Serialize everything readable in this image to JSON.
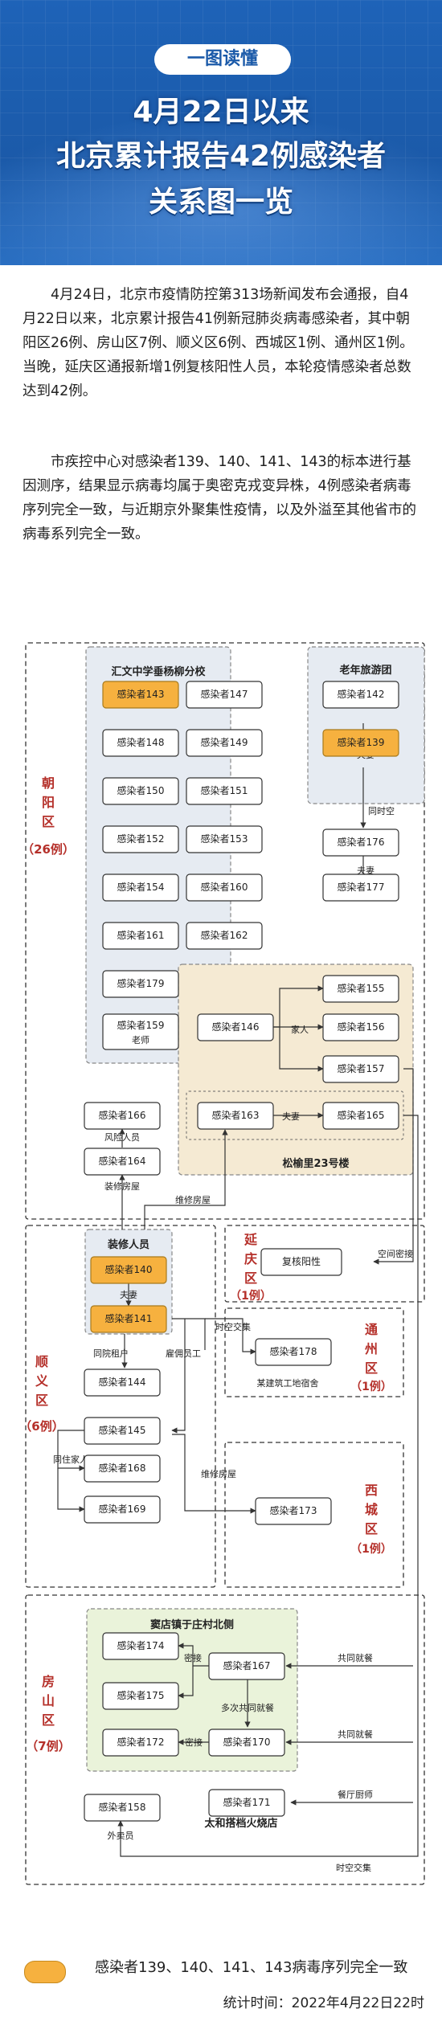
{
  "header": {
    "badge": "一图读懂",
    "title_line1": "4月22日以来",
    "title_line2": "北京累计报告42例感染者",
    "title_line3": "关系图一览"
  },
  "paragraphs": [
    "4月24日，北京市疫情防控第313场新闻发布会通报，自4月22日以来，北京累计报告41例新冠肺炎病毒感染者，其中朝阳区26例、房山区7例、顺义区6例、西城区1例、通州区1例。当晚，延庆区通报新增1例复核阳性人员，本轮疫情感染者总数达到42例。",
    "市疾控中心对感染者139、140、141、143的标本进行基因测序，结果显示病毒均属于奥密克戎变异株，4例感染者病毒序列完全一致，与近期京外聚集性疫情，以及外溢至其他省市的病毒系列完全一致。"
  ],
  "districts": {
    "chaoyang": {
      "name": [
        "朝",
        "阳",
        "区"
      ],
      "count": "（26例）"
    },
    "shunyi": {
      "name": [
        "顺",
        "义",
        "区"
      ],
      "count": "（6例）"
    },
    "yanqing": {
      "name": [
        "延",
        "庆",
        "区"
      ],
      "count": "（1例）"
    },
    "tongzhou": {
      "name": [
        "通",
        "州",
        "区"
      ],
      "count": "（1例）"
    },
    "xicheng": {
      "name": [
        "西",
        "城",
        "区"
      ],
      "count": "（1例）"
    },
    "fangshan": {
      "name": [
        "房",
        "山",
        "区"
      ],
      "count": "（7例）"
    }
  },
  "groups": {
    "school": "汇文中学垂杨柳分校",
    "tour": "老年旅游团",
    "songyu": "松榆里23号楼",
    "decor": "装修人员",
    "dianyao": "窦店镇于庄村北侧",
    "taihe": "太和搭档火烧店"
  },
  "nodes": {
    "n143": "感染者143",
    "n147": "感染者147",
    "n148": "感染者148",
    "n149": "感染者149",
    "n150": "感染者150",
    "n151": "感染者151",
    "n152": "感染者152",
    "n153": "感染者153",
    "n154": "感染者154",
    "n160": "感染者160",
    "n161": "感染者161",
    "n162": "感染者162",
    "n179": "感染者179",
    "n159": "感染者159",
    "n159sub": "老师",
    "n142": "感染者142",
    "n139": "感染者139",
    "n176": "感染者176",
    "n177": "感染者177",
    "n146": "感染者146",
    "n155": "感染者155",
    "n156": "感染者156",
    "n157": "感染者157",
    "n163": "感染者163",
    "n165": "感染者165",
    "n166": "感染者166",
    "n164": "感染者164",
    "n140": "感染者140",
    "n141": "感染者141",
    "n144": "感染者144",
    "n145": "感染者145",
    "n168": "感染者168",
    "n169": "感染者169",
    "n178": "感染者178",
    "n173": "感染者173",
    "nrecheck": "复核阳性",
    "n174": "感染者174",
    "n175": "感染者175",
    "n167": "感染者167",
    "n172": "感染者172",
    "n170": "感染者170",
    "n158": "感染者158",
    "n171": "感染者171"
  },
  "labels": {
    "couple1": "夫妻",
    "same_trip": "同时空",
    "couple2": "夫妻",
    "family": "家人",
    "couple3": "夫妻",
    "risk_person": "风险人员",
    "decor_house1": "装修房屋",
    "decor_house2": "维修房屋",
    "couple4": "夫妻",
    "space_contact": "空间密接",
    "time_space_cross": "时空交集",
    "site_dorm": "某建筑工地宿舍",
    "co_tenant": "同院租户",
    "employee": "雇佣员工",
    "live_family": "同住家人",
    "repair_house": "维修房屋",
    "close1": "密接",
    "multi_dine": "多次共同就餐",
    "close2": "密接",
    "shared_meal1": "共同就餐",
    "shared_meal2": "共同就餐",
    "chef": "餐厅厨师",
    "delivery": "外卖员",
    "time_space_cross2": "时空交集"
  },
  "legend": "感染者139、140、141、143病毒序列完全一致",
  "footer": "统计时间：2022年4月22日22时",
  "colors": {
    "header_blue": "#1b5aa9",
    "highlight": "#f6b13f",
    "district_red": "#b5302a"
  }
}
